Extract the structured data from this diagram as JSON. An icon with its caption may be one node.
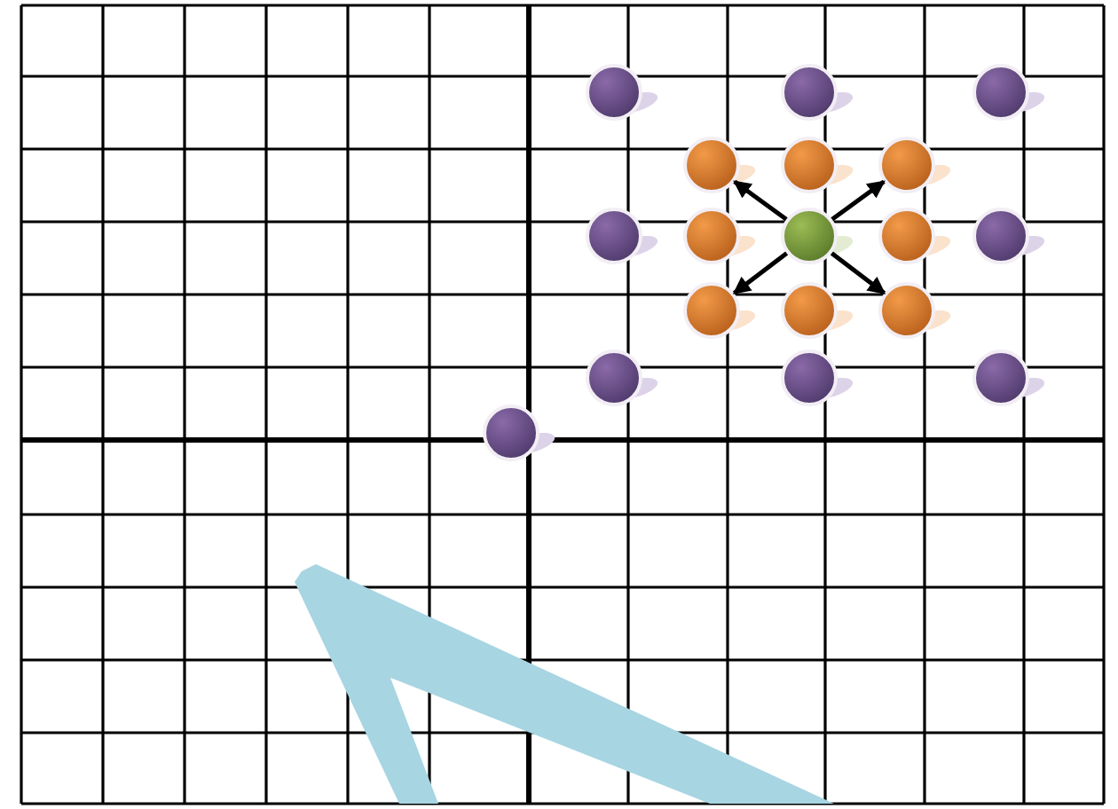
{
  "diagram": {
    "nodes": [
      {
        "text": [],
        "shape": "circle"
      },
      {
        "text": [],
        "shape": "circle"
      },
      {
        "text": [],
        "shape": "circle"
      },
      {
        "text": [],
        "shape": "circle"
      },
      {
        "text": [],
        "shape": "circle"
      },
      {
        "text": [],
        "shape": "circle"
      },
      {
        "text": [],
        "shape": "circle"
      },
      {
        "text": [],
        "shape": "circle"
      },
      {
        "text": [],
        "shape": "circle"
      },
      {
        "text": [],
        "shape": "circle"
      },
      {
        "text": [],
        "shape": "circle"
      },
      {
        "text": [],
        "shape": "circle"
      },
      {
        "text": [],
        "shape": "circle"
      },
      {
        "text": [],
        "shape": "circle"
      },
      {
        "text": [],
        "shape": "circle"
      },
      {
        "text": [],
        "shape": "circle"
      },
      {
        "text": [],
        "shape": "circle"
      },
      {
        "text": [],
        "shape": "circle"
      }
    ],
    "edges": [
      {
        "from": 8,
        "to": 3,
        "arrow": "to"
      },
      {
        "from": 8,
        "to": 5,
        "arrow": "to"
      },
      {
        "from": 8,
        "to": 11,
        "arrow": "to"
      },
      {
        "from": 8,
        "to": 13,
        "arrow": "to"
      }
    ]
  }
}
